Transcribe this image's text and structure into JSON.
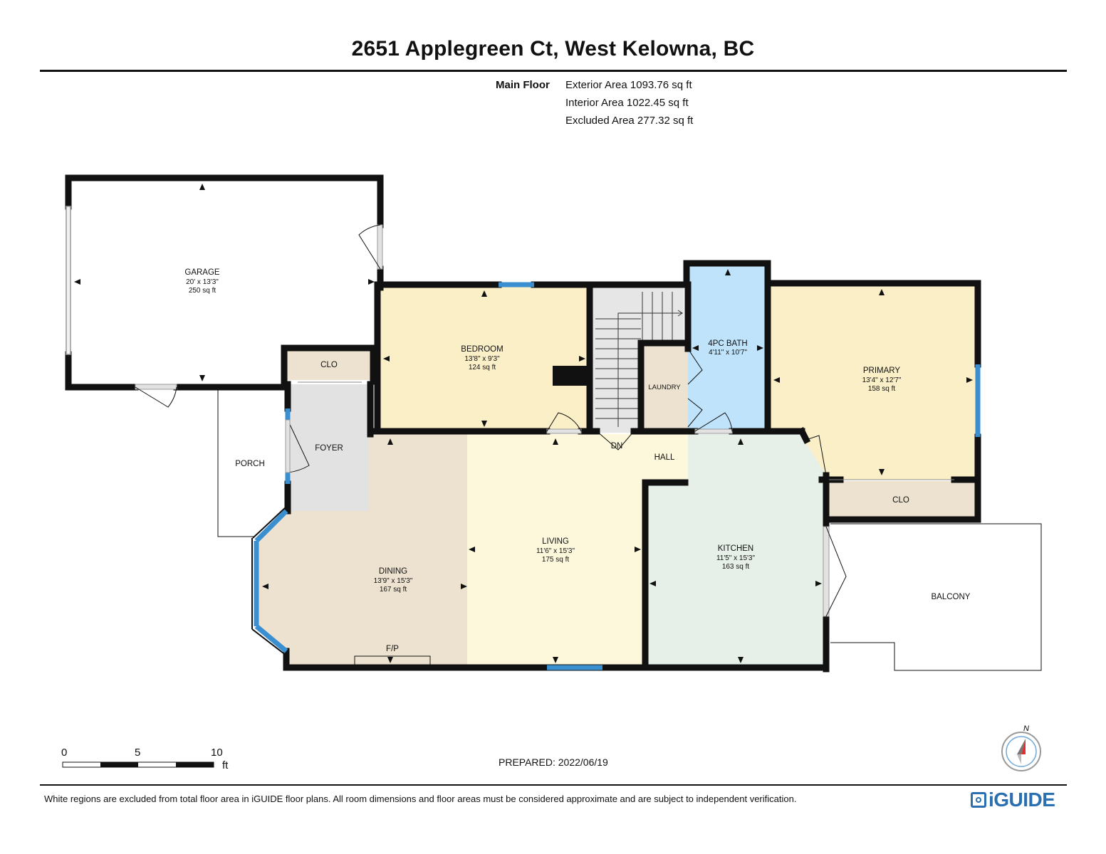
{
  "header": {
    "title": "2651 Applegreen Ct, West Kelowna, BC"
  },
  "floor": {
    "name": "Main Floor",
    "areas": [
      {
        "label": "Exterior Area",
        "value": "1093.76 sq ft"
      },
      {
        "label": "Interior Area",
        "value": "1022.45 sq ft"
      },
      {
        "label": "Excluded Area",
        "value": "277.32 sq ft"
      }
    ]
  },
  "rooms": {
    "garage": {
      "name": "GARAGE",
      "dims": "20' x 13'3\"",
      "area": "250 sq ft"
    },
    "bedroom": {
      "name": "BEDROOM",
      "dims": "13'8\" x 9'3\"",
      "area": "124 sq ft"
    },
    "bath": {
      "name": "4PC BATH",
      "dims": "4'11\" x 10'7\""
    },
    "primary": {
      "name": "PRIMARY",
      "dims": "13'4\" x 12'7\"",
      "area": "158 sq ft"
    },
    "living": {
      "name": "LIVING",
      "dims": "11'6\" x 15'3\"",
      "area": "175 sq ft"
    },
    "dining": {
      "name": "DINING",
      "dims": "13'9\" x 15'3\"",
      "area": "167 sq ft"
    },
    "kitchen": {
      "name": "KITCHEN",
      "dims": "11'5\" x 15'3\"",
      "area": "163 sq ft"
    }
  },
  "labels": {
    "clo_upper": "CLO",
    "clo_primary": "CLO",
    "foyer": "FOYER",
    "porch": "PORCH",
    "laundry": "LAUNDRY",
    "hall": "HALL",
    "dn": "DN",
    "balcony": "BALCONY",
    "fp": "F/P"
  },
  "scale": {
    "ticks": [
      "0",
      "5",
      "10"
    ],
    "unit": "ft"
  },
  "compass": {
    "letter": "N"
  },
  "footer": {
    "prepared_label": "PREPARED:",
    "prepared_date": "2022/06/19",
    "disclaimer": "White regions are excluded from total floor area in iGUIDE floor plans. All room dimensions and floor areas must be considered approximate and are subject to independent verification.",
    "brand": "iGUIDE"
  },
  "colors": {
    "wall": "#111111",
    "window": "#3a8fd0",
    "bedroom": "#fbefc8",
    "primary": "#fbefc8",
    "bath": "#bfe3fb",
    "living": "#fdf8dc",
    "dining": "#ede2d0",
    "kitchen": "#e6efe8",
    "closet": "#ede2d0",
    "foyer": "#e2e2e2",
    "stairs": "#e6e6e6",
    "compass_red": "#e03030",
    "brand": "#2a6fb0"
  }
}
